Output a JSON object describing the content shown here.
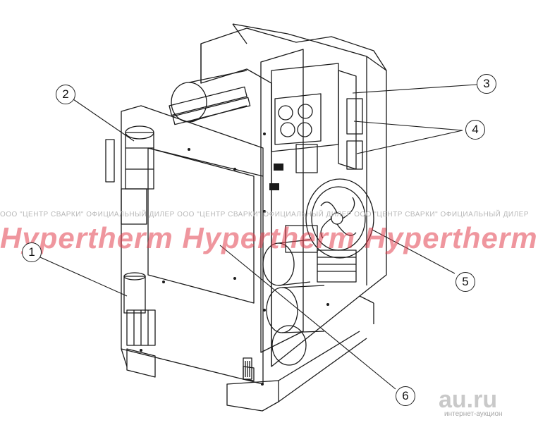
{
  "callouts": [
    {
      "label": "1"
    },
    {
      "label": "2"
    },
    {
      "label": "3"
    },
    {
      "label": "4"
    },
    {
      "label": "5"
    },
    {
      "label": "6"
    }
  ],
  "watermark": {
    "small": "ООО \"ЦЕНТР СВАРКИ\"  ОФИЦИАЛЬНЫЙ ДИЛЕР  ООО \"ЦЕНТР СВАРКИ\"  ОФИЦИАЛЬНЫЙ ДИЛЕР  ООО \"ЦЕНТР СВАРКИ\"  ОФИЦИАЛЬНЫЙ ДИЛЕР",
    "big": "Hypertherm Hypertherm Hypertherm",
    "corner_domain": "au.ru",
    "corner_sub": "интернет-аукцион"
  },
  "colors": {
    "line": "#1a1a1a",
    "watermark_red": "#e2404e"
  }
}
